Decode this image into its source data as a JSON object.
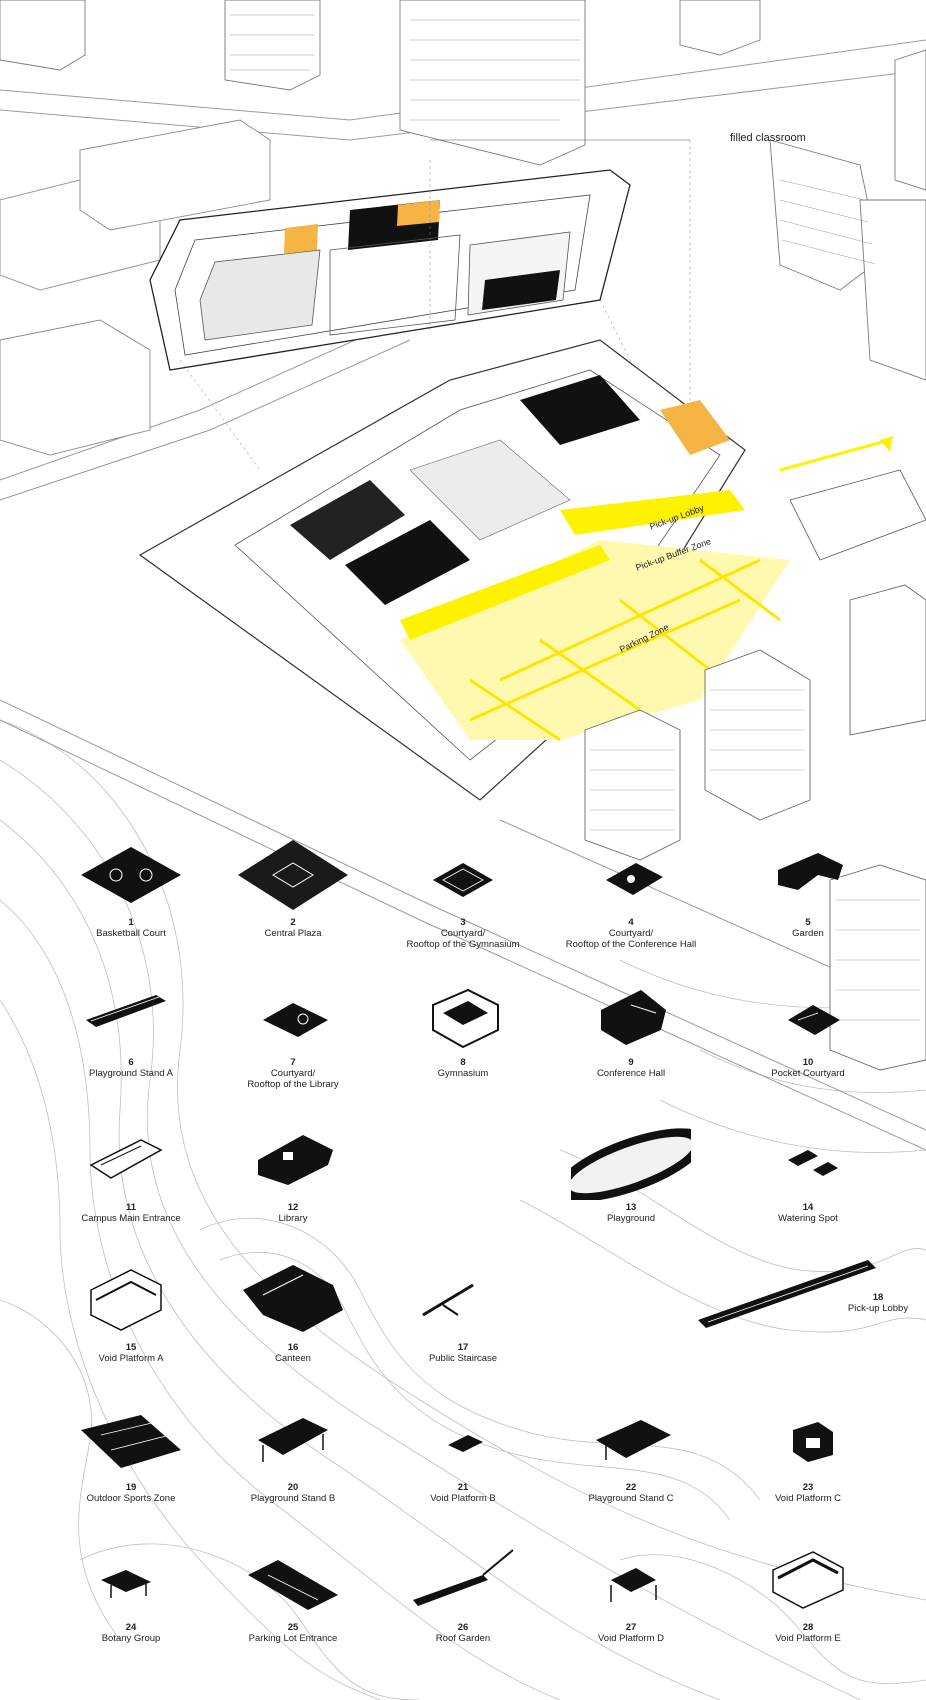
{
  "top_label": "filled classroom",
  "zone_labels": {
    "pickup_lobby": "Pick-up Lobby",
    "pickup_buffer": "Pick-up Buffer Zone",
    "parking": "Parking Zone"
  },
  "colors": {
    "highlight_yellow": "#fff200",
    "pale_yellow": "#fff9b0",
    "orange_accent": "#f5b443",
    "line": "#444444",
    "fill_dark": "#111111"
  },
  "legend": [
    {
      "num": "1",
      "name": "Basketball Court",
      "icon": "basketball-court-icon"
    },
    {
      "num": "2",
      "name": "Central Plaza",
      "icon": "central-plaza-icon"
    },
    {
      "num": "3",
      "name": "Courtyard/\nRooftop of the Gymnasium",
      "icon": "courtyard-gym-icon"
    },
    {
      "num": "4",
      "name": "Courtyard/\nRooftop of the Conference Hall",
      "icon": "courtyard-conference-icon"
    },
    {
      "num": "5",
      "name": "Garden",
      "icon": "garden-icon"
    },
    {
      "num": "6",
      "name": "Playground Stand A",
      "icon": "stand-a-icon"
    },
    {
      "num": "7",
      "name": "Courtyard/\nRooftop of the Library",
      "icon": "courtyard-library-icon"
    },
    {
      "num": "8",
      "name": "Gymnasium",
      "icon": "gymnasium-icon"
    },
    {
      "num": "9",
      "name": "Conference Hall",
      "icon": "conference-hall-icon"
    },
    {
      "num": "10",
      "name": "Pocket Courtyard",
      "icon": "pocket-courtyard-icon"
    },
    {
      "num": "11",
      "name": "Campus Main Entrance",
      "icon": "main-entrance-icon"
    },
    {
      "num": "12",
      "name": "Library",
      "icon": "library-icon"
    },
    {
      "num": "13",
      "name": "Playground",
      "icon": "playground-icon"
    },
    {
      "num": "14",
      "name": "Watering Spot",
      "icon": "watering-spot-icon"
    },
    {
      "num": "15",
      "name": "Void Platform A",
      "icon": "void-platform-a-icon"
    },
    {
      "num": "16",
      "name": "Canteen",
      "icon": "canteen-icon"
    },
    {
      "num": "17",
      "name": "Public Staircase",
      "icon": "public-staircase-icon"
    },
    {
      "num": "18",
      "name": "Pick-up Lobby",
      "icon": "pickup-lobby-icon"
    },
    {
      "num": "19",
      "name": "Outdoor Sports Zone",
      "icon": "outdoor-sports-icon"
    },
    {
      "num": "20",
      "name": "Playground Stand B",
      "icon": "stand-b-icon"
    },
    {
      "num": "21",
      "name": "Void Platform B",
      "icon": "void-platform-b-icon"
    },
    {
      "num": "22",
      "name": "Playground Stand C",
      "icon": "stand-c-icon"
    },
    {
      "num": "23",
      "name": "Void Platform C",
      "icon": "void-platform-c-icon"
    },
    {
      "num": "24",
      "name": "Botany Group",
      "icon": "botany-group-icon"
    },
    {
      "num": "25",
      "name": "Parking Lot Entrance",
      "icon": "parking-entrance-icon"
    },
    {
      "num": "26",
      "name": "Roof Garden",
      "icon": "roof-garden-icon"
    },
    {
      "num": "27",
      "name": "Void Platform D",
      "icon": "void-platform-d-icon"
    },
    {
      "num": "28",
      "name": "Void Platform E",
      "icon": "void-platform-e-icon"
    }
  ]
}
